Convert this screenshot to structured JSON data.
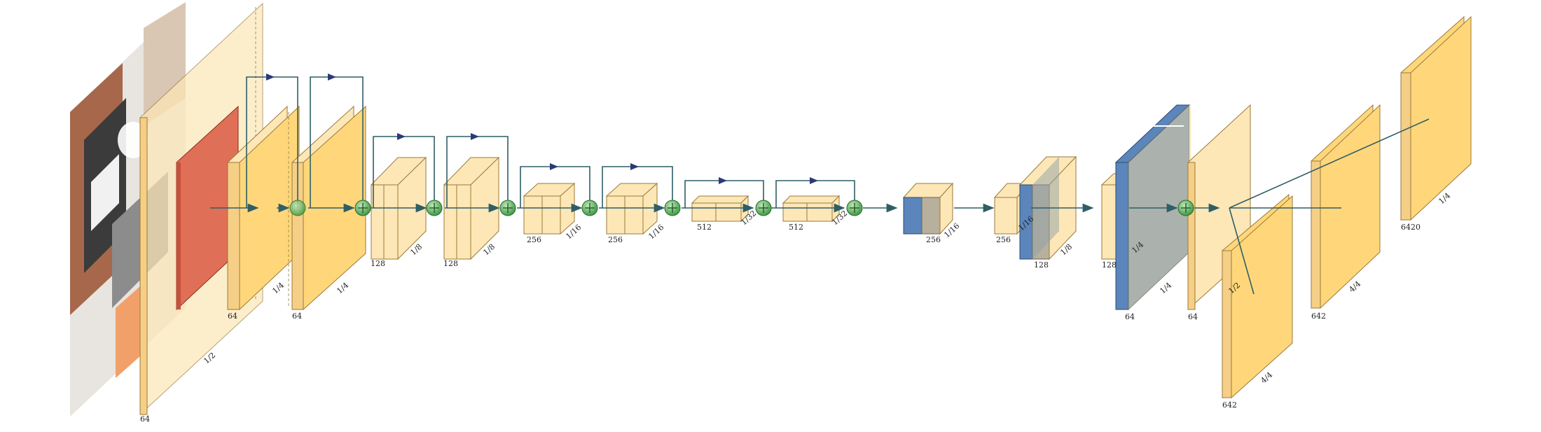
{
  "colors": {
    "block": "#fde7b6",
    "block_dark": "#f6cf86",
    "block_face": "#ffd77a",
    "encoder_conv": "#e06f57",
    "decoder_blue": "#5b85bb",
    "arrow": "#2f5e66",
    "skip_arrow": "#2a3a78",
    "add_node": "#6dbb6a"
  },
  "layers": [
    {
      "id": "input-image",
      "kind": "image"
    },
    {
      "id": "conv1",
      "channels": "64",
      "scale": "1/2"
    },
    {
      "id": "res1a",
      "channels": "64",
      "scale": "1/4"
    },
    {
      "id": "res1b",
      "channels": "64",
      "scale": "1/4"
    },
    {
      "id": "res2a",
      "channels": "128",
      "scale": "1/8"
    },
    {
      "id": "res2b",
      "channels": "128",
      "scale": "1/8"
    },
    {
      "id": "res3a",
      "channels": "256",
      "scale": "1/16"
    },
    {
      "id": "res3b",
      "channels": "256",
      "scale": "1/16"
    },
    {
      "id": "res4a",
      "channels": "512",
      "scale": "1/32"
    },
    {
      "id": "res4b",
      "channels": "512",
      "scale": "1/32"
    },
    {
      "id": "up1",
      "channels": "256",
      "scale": "1/16"
    },
    {
      "id": "dec1",
      "channels": "256",
      "scale": "1/16"
    },
    {
      "id": "dec2",
      "channels": "128",
      "scale": "1/8"
    },
    {
      "id": "dec3",
      "channels": "128",
      "scale": "1/4"
    },
    {
      "id": "dec4",
      "channels": "64",
      "scale": "1/4"
    },
    {
      "id": "dec5",
      "channels": "64",
      "scale": "1/2"
    },
    {
      "id": "head1",
      "channels": "642",
      "scale": "4/4"
    },
    {
      "id": "head2",
      "channels": "642",
      "scale": "4/4"
    },
    {
      "id": "out",
      "channels": "6420",
      "scale": "1/4"
    }
  ]
}
